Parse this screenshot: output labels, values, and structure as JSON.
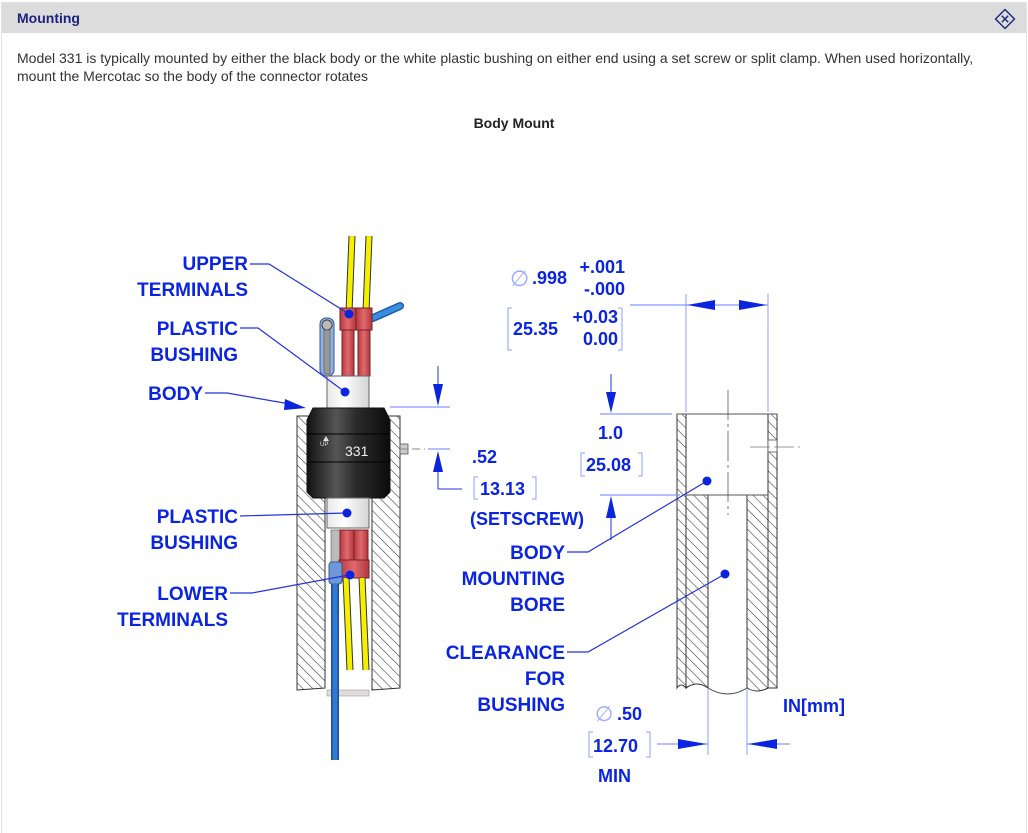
{
  "header": {
    "title": "Mounting",
    "collapse_icon": "diamond-x-icon"
  },
  "description": "Model 331 is typically mounted by either the black body or the white plastic bushing on either end using a set screw or split clamp. When used horizontally, mount the Mercotac so the body of the connector rotates",
  "figure": {
    "caption": "Body Mount",
    "left_labels": {
      "upper_terminals": [
        "UPPER",
        "TERMINALS"
      ],
      "plastic_bushing_top": [
        "PLASTIC",
        "BUSHING"
      ],
      "body": "BODY",
      "plastic_bushing_bottom": [
        "PLASTIC",
        "BUSHING"
      ],
      "lower_terminals": [
        "LOWER",
        "TERMINALS"
      ]
    },
    "connector_marking": "331",
    "up_marking": "UP",
    "setscrew_dim": {
      "inch": ".52",
      "mm": "13.13",
      "note": "(SETSCREW)"
    },
    "bore_diameter": {
      "symbol": "∅",
      "inch": ".998",
      "inch_tol_plus": "+.001",
      "inch_tol_minus": "-.000",
      "mm": "25.35",
      "mm_tol_plus": "+0.03",
      "mm_tol_minus": "0.00"
    },
    "bore_depth": {
      "inch": "1.0",
      "mm": "25.08"
    },
    "right_labels": {
      "body_mounting_bore": [
        "BODY",
        "MOUNTING",
        "BORE"
      ],
      "clearance_for_bushing": [
        "CLEARANCE",
        "FOR",
        "BUSHING"
      ]
    },
    "clearance_diameter": {
      "symbol": "∅",
      "inch": ".50",
      "mm": "12.70",
      "note": "MIN"
    },
    "units": "IN[mm]"
  }
}
